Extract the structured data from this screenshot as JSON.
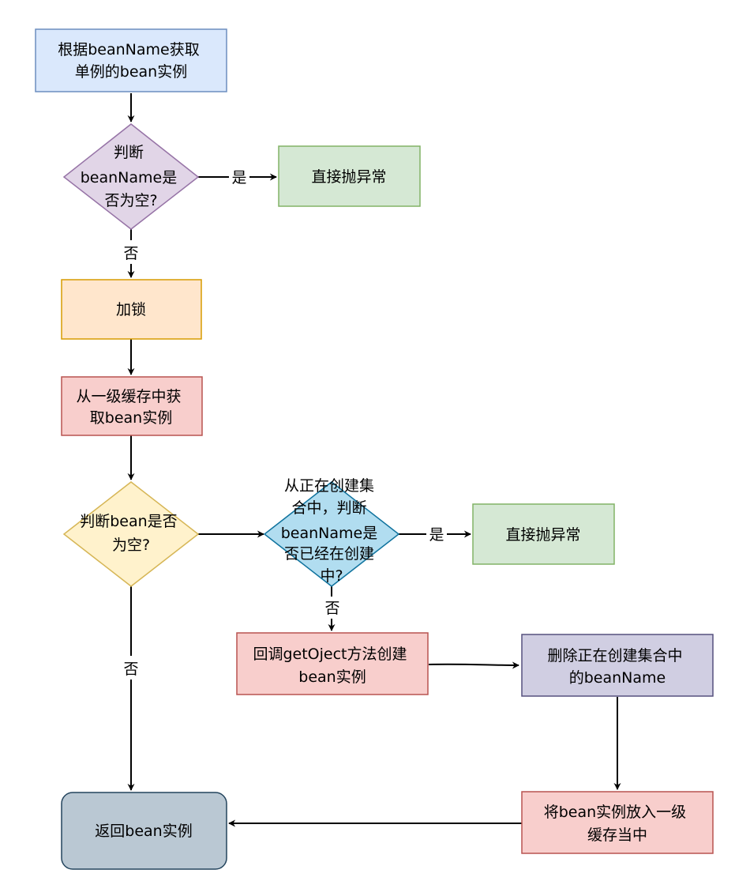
{
  "nodes": {
    "get_singleton": {
      "lines": [
        "根据beanName获取",
        "单例的bean实例"
      ],
      "fill": "#dae8fc",
      "stroke": "#6c8ebf"
    },
    "check_name": {
      "lines": [
        "判断",
        "beanName是",
        "否为空?"
      ],
      "fill": "#e1d5e7",
      "stroke": "#9673a6"
    },
    "throw_1": {
      "lines": [
        "直接抛异常"
      ],
      "fill": "#d5e8d4",
      "stroke": "#82b366"
    },
    "lock": {
      "lines": [
        "加锁"
      ],
      "fill": "#ffe6cc",
      "stroke": "#d79b00"
    },
    "get_cache": {
      "lines": [
        "从一级缓存中获",
        "取bean实例"
      ],
      "fill": "#f8cecc",
      "stroke": "#b85450"
    },
    "check_bean": {
      "lines": [
        "判断bean是否",
        "为空?"
      ],
      "fill": "#fff2cc",
      "stroke": "#d6b656"
    },
    "check_creating": {
      "lines": [
        "从正在创建集",
        "合中，判断",
        "beanName是",
        "否已经在创建",
        "中?"
      ],
      "fill": "#b1ddf0",
      "stroke": "#10739e"
    },
    "throw_2": {
      "lines": [
        "直接抛异常"
      ],
      "fill": "#d5e8d4",
      "stroke": "#82b366"
    },
    "callback": {
      "lines": [
        "回调getOject方法创建",
        "bean实例"
      ],
      "fill": "#f8cecc",
      "stroke": "#b85450"
    },
    "remove": {
      "lines": [
        "删除正在创建集合中",
        "的beanName"
      ],
      "fill": "#d0cee2",
      "stroke": "#56517e"
    },
    "put_cache": {
      "lines": [
        "将bean实例放入一级",
        "缓存当中"
      ],
      "fill": "#f8cecc",
      "stroke": "#b85450"
    },
    "return": {
      "lines": [
        "返回bean实例"
      ],
      "fill": "#bac8d3",
      "stroke": "#23445d"
    }
  },
  "edge_labels": {
    "check_name_yes": "是",
    "check_name_no": "否",
    "check_bean_no": "否",
    "check_creating_yes": "是",
    "check_creating_no": "否"
  },
  "colors": {
    "edge": "#000000"
  }
}
